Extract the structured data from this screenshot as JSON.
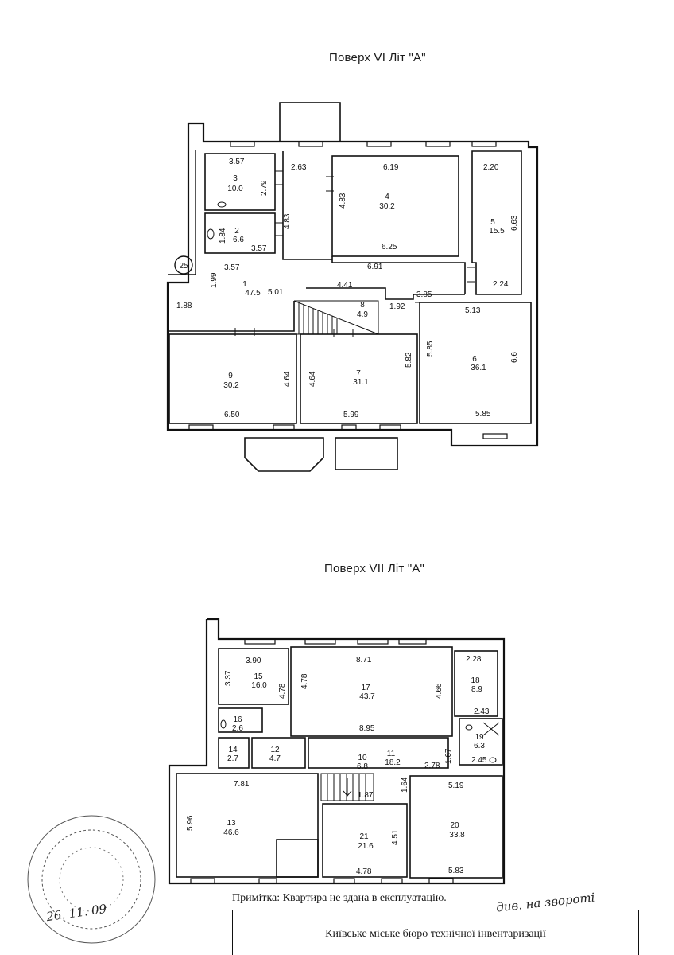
{
  "floor6": {
    "title": "Поверх VI  Літ \"А\"",
    "rooms": [
      {
        "no": "1",
        "area": "47.5"
      },
      {
        "no": "2",
        "area": "6.6"
      },
      {
        "no": "3",
        "area": "10.0"
      },
      {
        "no": "4",
        "area": "30.2"
      },
      {
        "no": "5",
        "area": "15.5"
      },
      {
        "no": "6",
        "area": "36.1"
      },
      {
        "no": "7",
        "area": "31.1"
      },
      {
        "no": "8",
        "area": "4.9"
      },
      {
        "no": "9",
        "area": "30.2"
      }
    ],
    "dims": [
      "3.57",
      "2.63",
      "6.19",
      "2.20",
      "2.79",
      "4.83",
      "4.83",
      "6.63",
      "1.84",
      "3.57",
      "6.25",
      "3.57",
      "6.91",
      "2.24",
      "1.99",
      "5.01",
      "4.41",
      "1.88",
      "3.85",
      "1.92",
      "5.13",
      "5.85",
      "5.82",
      "6.6",
      "4.64",
      "4.64",
      "6.50",
      "5.99",
      "5.85"
    ],
    "marker": "25"
  },
  "floor7": {
    "title": "Поверх VII  Літ \"А\"",
    "rooms": [
      {
        "no": "10",
        "area": "6.8"
      },
      {
        "no": "11",
        "area": "18.2"
      },
      {
        "no": "12",
        "area": "4.7"
      },
      {
        "no": "13",
        "area": "46.6"
      },
      {
        "no": "14",
        "area": "2.7"
      },
      {
        "no": "15",
        "area": "16.0"
      },
      {
        "no": "16",
        "area": "2.6"
      },
      {
        "no": "17",
        "area": "43.7"
      },
      {
        "no": "18",
        "area": "8.9"
      },
      {
        "no": "19",
        "area": "6.3"
      },
      {
        "no": "20",
        "area": "33.8"
      },
      {
        "no": "21",
        "area": "21.6"
      }
    ],
    "dims": [
      "3.90",
      "8.71",
      "2.28",
      "3.37",
      "4.78",
      "4.78",
      "4.66",
      "8.95",
      "2.43",
      "2.78",
      "1.67",
      "2.45",
      "7.81",
      "1.87",
      "1.64",
      "5.19",
      "5.96",
      "4.51",
      "4.78",
      "5.83"
    ]
  },
  "footer": {
    "note": "Примітка: Квартира не здана в експлуатацію.",
    "handwritten_side": "див. на звороті",
    "handwritten_date": "26. 11. 09",
    "bureau": "Київське міське бюро технічної інвентаризації"
  }
}
